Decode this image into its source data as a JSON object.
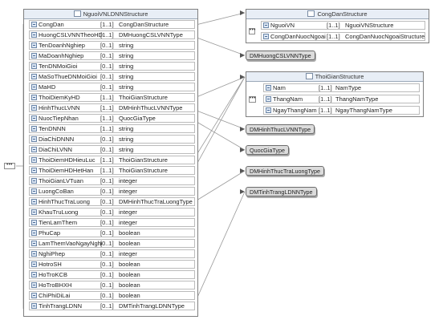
{
  "main_structure": {
    "title": "NguoiVNLDNNStructure",
    "fields": [
      {
        "name": "CongDan",
        "card": "[1..1]",
        "type": "CongDanStructure"
      },
      {
        "name": "HuongCSLVNNTheoHD",
        "card": "[1..1]",
        "type": "DMHuongCSLVNNType"
      },
      {
        "name": "TenDoanhNghiep",
        "card": "[0..1]",
        "type": "string"
      },
      {
        "name": "MaDoanhNghiep",
        "card": "[0..1]",
        "type": "string"
      },
      {
        "name": "TenDNMoiGioi",
        "card": "[0..1]",
        "type": "string"
      },
      {
        "name": "MaSoThueDNMoiGioi",
        "card": "[0..1]",
        "type": "string"
      },
      {
        "name": "MaHD",
        "card": "[0..1]",
        "type": "string"
      },
      {
        "name": "ThoiDiemKyHD",
        "card": "[1..1]",
        "type": "ThoiGianStructure"
      },
      {
        "name": "HinhThucLVNN",
        "card": "[1..1]",
        "type": "DMHinhThucLVNNType"
      },
      {
        "name": "NuocTiepNhan",
        "card": "[1..1]",
        "type": "QuocGiaType"
      },
      {
        "name": "TenDNNN",
        "card": "[1..1]",
        "type": "string"
      },
      {
        "name": "DiaChiDNNN",
        "card": "[0..1]",
        "type": "string"
      },
      {
        "name": "DiaChiLVNN",
        "card": "[0..1]",
        "type": "string"
      },
      {
        "name": "ThoiDiemHDHieuLuc",
        "card": "[1..1]",
        "type": "ThoiGianStructure"
      },
      {
        "name": "ThoiDiemHDHetHan",
        "card": "[1..1]",
        "type": "ThoiGianStructure"
      },
      {
        "name": "ThoiGianLVTuan",
        "card": "[0..1]",
        "type": "integer"
      },
      {
        "name": "LuongCoBan",
        "card": "[0..1]",
        "type": "integer"
      },
      {
        "name": "HinhThucTraLuong",
        "card": "[0..1]",
        "type": "DMHinhThucTraLuongType"
      },
      {
        "name": "KhauTruLuong",
        "card": "[0..1]",
        "type": "integer"
      },
      {
        "name": "TienLamThem",
        "card": "[0..1]",
        "type": "integer"
      },
      {
        "name": "PhuCap",
        "card": "[0..1]",
        "type": "boolean"
      },
      {
        "name": "LamThemVaoNgayNghi",
        "card": "[0..1]",
        "type": "boolean"
      },
      {
        "name": "NghiPhep",
        "card": "[0..1]",
        "type": "integer"
      },
      {
        "name": "HotroSH",
        "card": "[0..1]",
        "type": "boolean"
      },
      {
        "name": "HoTroKCB",
        "card": "[0..1]",
        "type": "boolean"
      },
      {
        "name": "HoTroBHXH",
        "card": "[0..1]",
        "type": "boolean"
      },
      {
        "name": "ChiPhiDiLai",
        "card": "[0..1]",
        "type": "boolean"
      },
      {
        "name": "TinhTrangLDNN",
        "card": "[0..1]",
        "type": "DMTinhTrangLDNNType"
      }
    ]
  },
  "congdan_structure": {
    "title": "CongDanStructure",
    "fields": [
      {
        "name": "NguoiVN",
        "card": "[1..1]",
        "type": "NguoiVNStructure"
      },
      {
        "name": "CongDanNuocNgoai",
        "card": "[1..1]",
        "type": "CongDanNuocNgoaiStructure"
      }
    ]
  },
  "thoigian_structure": {
    "title": "ThoiGianStructure",
    "fields": [
      {
        "name": "Nam",
        "card": "[1..1]",
        "type": "NamType"
      },
      {
        "name": "ThangNam",
        "card": "[1..1]",
        "type": "ThangNamType"
      },
      {
        "name": "NgayThangNam",
        "card": "[1..1]",
        "type": "NgayThangNamType"
      }
    ]
  },
  "simple_types": {
    "huong_cs": "DMHuongCSLVNNType",
    "hinh_thuc": "DMHinhThucLVNNType",
    "quoc_gia": "QuocGiaType",
    "tra_luong": "DMHinhThucTraLuongType",
    "tinh_trang": "DMTinhTrangLDNNType"
  },
  "sequence_symbol": "•••"
}
